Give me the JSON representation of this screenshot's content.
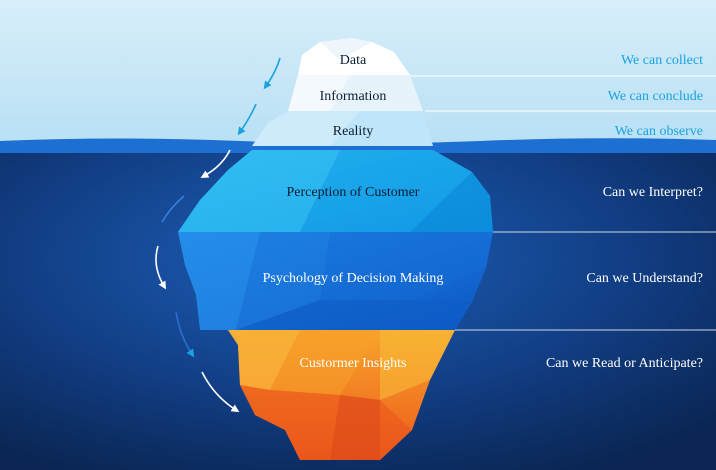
{
  "colors": {
    "sky": "#cfe9f7",
    "sea_surface": "#1d6fd1",
    "deep_sea": "#0b2a5c",
    "label_above": "#1aa3e0",
    "label_below": "#ffffff",
    "arrow_above": "#1aa3e0",
    "arrow_below": "#ffffff"
  },
  "layers": [
    {
      "label": "Data",
      "question": "We can collect"
    },
    {
      "label": "Information",
      "question": "We can conclude"
    },
    {
      "label": "Reality",
      "question": "We can observe"
    },
    {
      "label": "Perception of Customer",
      "question": "Can we Interpret?"
    },
    {
      "label": "Psychology of Decision Making",
      "question": "Can we Understand?"
    },
    {
      "label": "Custormer Insights",
      "question": "Can we Read or Anticipate?"
    }
  ]
}
